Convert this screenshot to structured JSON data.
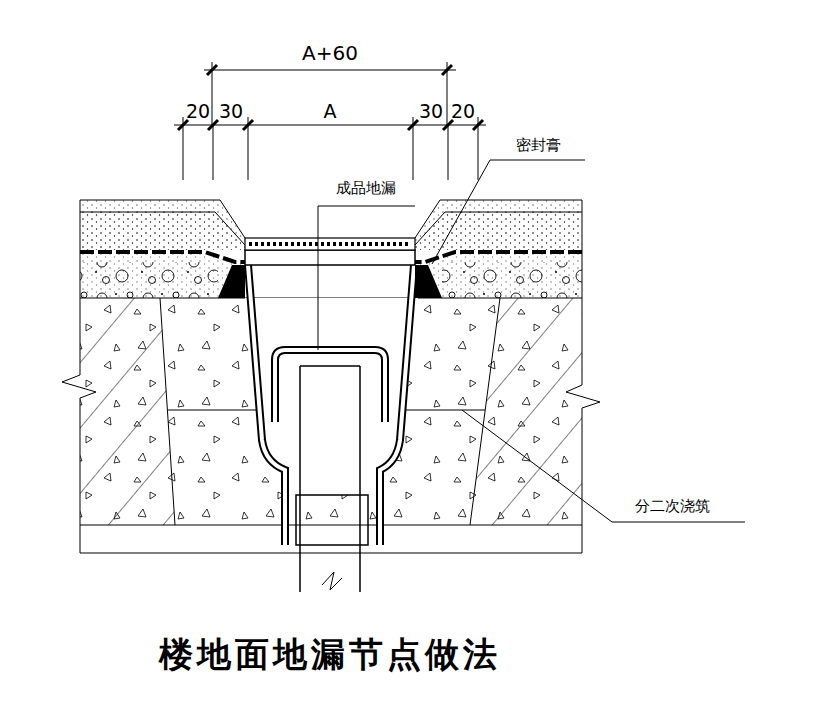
{
  "diagram": {
    "title": "楼地面地漏节点做法",
    "labels": [
      "A+60",
      "20",
      "30",
      "A",
      "30",
      "20",
      "密封膏",
      "成品地漏",
      "分二次浇筑"
    ]
  }
}
